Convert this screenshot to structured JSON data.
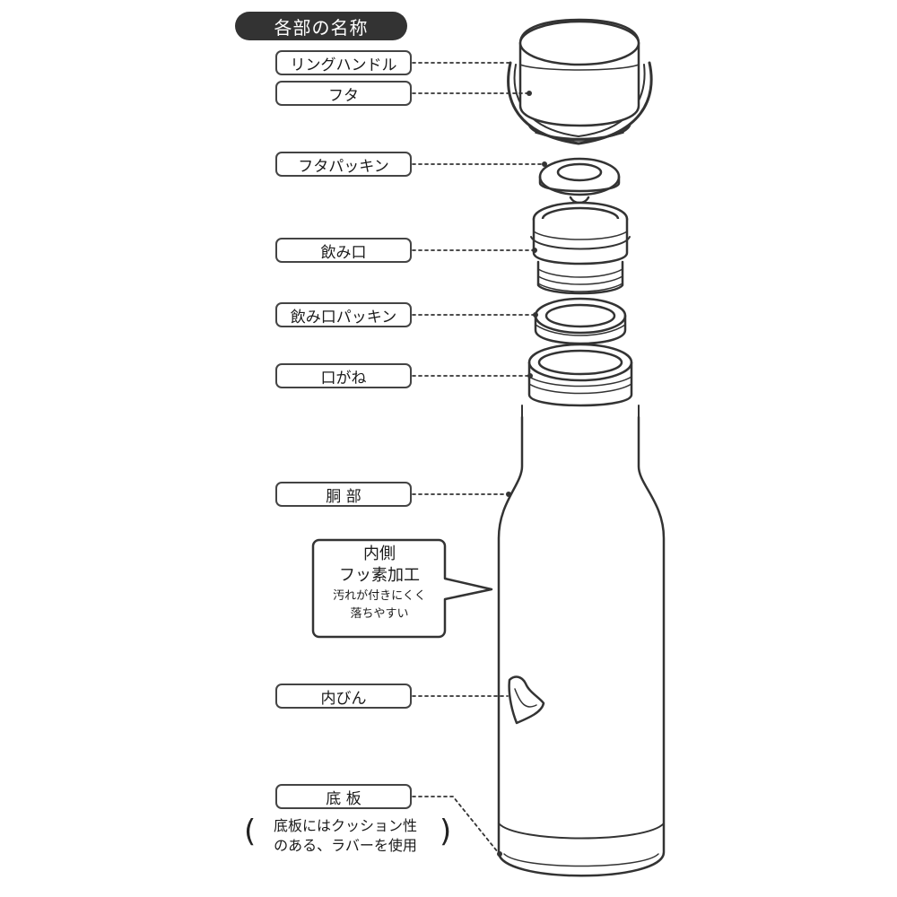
{
  "header": {
    "title": "各部の名称"
  },
  "labels": {
    "ring_handle": "リングハンドル",
    "lid": "フタ",
    "lid_gasket": "フタパッキン",
    "spout": "飲み口",
    "spout_gasket": "飲み口パッキン",
    "mouth_ring": "口がね",
    "body": "胴 部",
    "inner_bottle": "内びん",
    "bottom_plate": "底 板"
  },
  "callout": {
    "line1": "内側",
    "line2": "フッ素加工",
    "line3": "汚れが付きにくく",
    "line4": "落ちやすい"
  },
  "note": {
    "open_paren": "(",
    "close_paren": ")",
    "line1": "底板にはクッション性",
    "line2": "のある、ラバーを使用"
  },
  "colors": {
    "stroke": "#333333",
    "title_bg": "#333333",
    "title_text": "#ffffff"
  }
}
